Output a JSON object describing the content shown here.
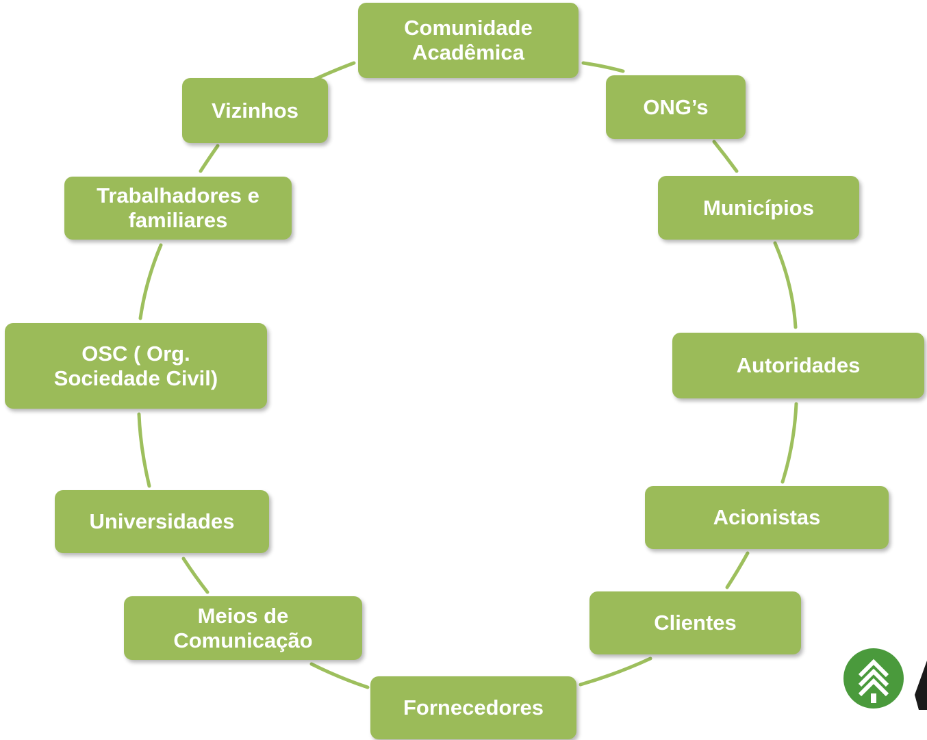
{
  "nodes": {
    "comunidade": "Comunidade\nAcadêmica",
    "ongs": "ONG’s",
    "municipios": "Municípios",
    "autoridades": "Autoridades",
    "acionistas": "Acionistas",
    "clientes": "Clientes",
    "fornecedores": "Fornecedores",
    "meios": "Meios de\nComunicação",
    "universidades": "Universidades",
    "osc": "OSC ( Org.\nSociedade Civil)",
    "trabalhadores": "Trabalhadores e\nfamiliares",
    "vizinhos": "Vizinhos"
  },
  "colors": {
    "node_fill": "#9bbb59",
    "connector": "#9dbf5d",
    "text": "#ffffff",
    "logo": "#4a9a3c"
  },
  "icons": [
    "tree-logo-icon"
  ]
}
